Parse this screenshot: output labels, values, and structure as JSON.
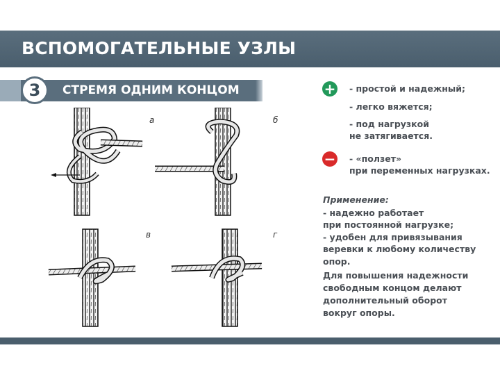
{
  "header": {
    "title": "ВСПОМОГАТЕЛЬНЫЕ УЗЛЫ"
  },
  "section": {
    "number": "3",
    "title": "СТРЕМЯ ОДНИМ КОНЦОМ"
  },
  "figures": {
    "labels": [
      "а",
      "б",
      "в",
      "г"
    ]
  },
  "pros": {
    "icon": "plus-circle-icon",
    "items": [
      "- простой и надежный;",
      "- легко вяжется;",
      "- под нагрузкой",
      "не затягивается."
    ]
  },
  "cons": {
    "icon": "minus-circle-icon",
    "items": [
      "- «ползет»",
      "при переменных нагрузках."
    ]
  },
  "application": {
    "heading": "Применение:",
    "lines": [
      "- надежно работает",
      "при постоянной нагрузке;",
      "- удобен для привязывания",
      "веревки к любому количеству",
      "опор.",
      "Для повышения надежности",
      "свободным концом делают",
      "дополнительный оборот",
      "вокруг опоры."
    ]
  },
  "colors": {
    "header": "#4a5e6d",
    "plus": "#22995a",
    "minus": "#d92a2a",
    "text": "#4a4f55"
  }
}
